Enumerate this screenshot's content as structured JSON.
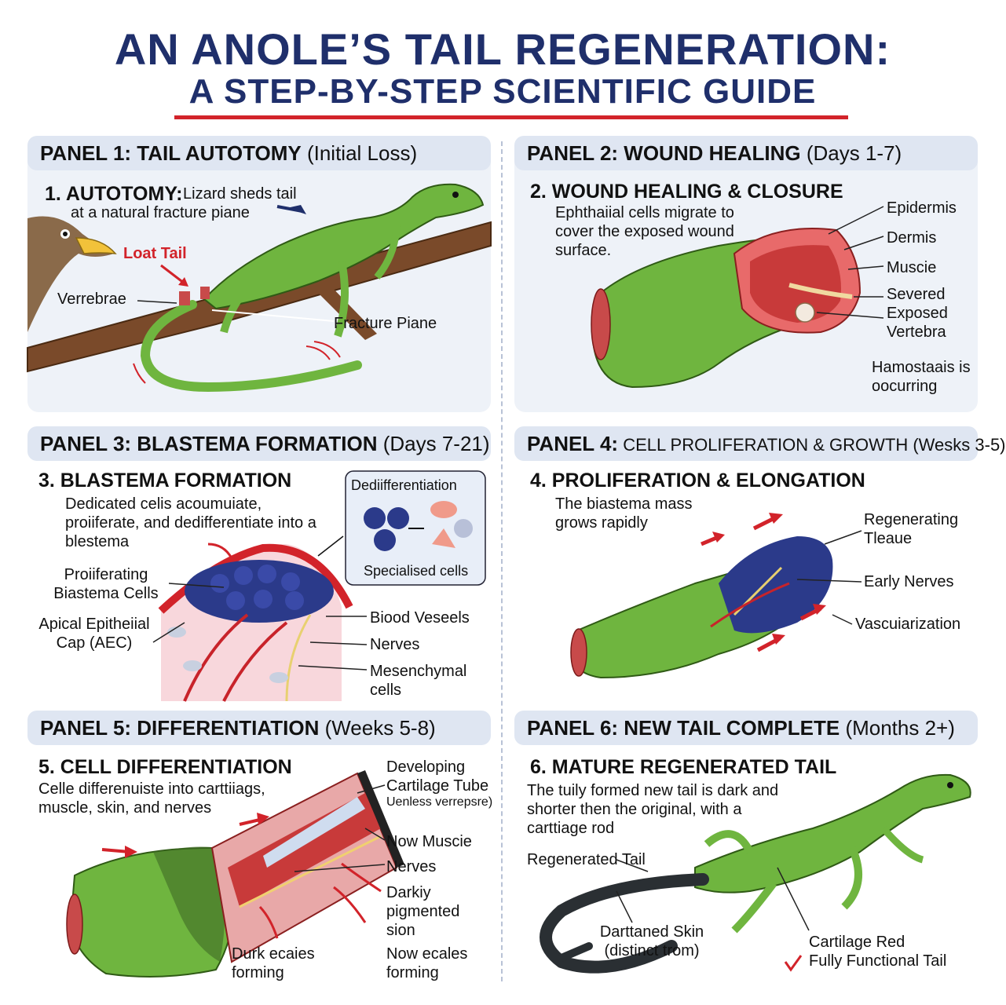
{
  "title": {
    "line1": "AN ANOLE’S TAIL REGENERATION:",
    "line2": "A STEP-BY-STEP SCIENTIFIC GUIDE"
  },
  "colors": {
    "navy": "#1f2f6b",
    "red": "#d2232a",
    "lizard": "#6fb53f",
    "panel_bg": "#eef2f8"
  },
  "panels": [
    {
      "header": "PANEL 1: TAIL AUTOTOMY",
      "header_sub": "(Initial Loss)",
      "step": "1. AUTOTOMY:",
      "desc": "Lizard sheds tail",
      "desc2": "at a natural fracture piane",
      "labels": {
        "lost_tail": "Loat Tail",
        "vertebrae": "Verrebrae",
        "fracture": "Fracture Piane"
      }
    },
    {
      "header": "PANEL 2: WOUND HEALING",
      "header_sub": "(Days 1-7)",
      "step": "2. WOUND HEALING & CLOSURE",
      "desc": "Ephthaiial cells migrate to cover the exposed wound surface.",
      "labels": {
        "epidermis": "Epidermis",
        "dermis": "Dermis",
        "muscle": "Muscie",
        "vertebra": "Severed Exposed Vertebra",
        "hemostasis": "Hamostaais is oocurring"
      }
    },
    {
      "header": "PANEL 3: BLASTEMA FORMATION",
      "header_sub": "(Days 7-21)",
      "step": "3. BLASTEMA FORMATION",
      "desc": "Dedicated celis acoumuiate, proiiferate, and dedifferentiate into a blestema",
      "labels": {
        "prolif": "Proiiferating Biastema Cells",
        "aec": "Apical Epitheiial Cap (AEC)",
        "blood": "Biood Veseels",
        "nerves": "Nerves",
        "mesen": "Mesenchymal cells",
        "dediff": "Dediifferentiation",
        "special": "Specialised cells"
      }
    },
    {
      "header": "PANEL 4:",
      "header_sub": "CELL PROLIFERATION & GROWTH (Wesks 3-5)",
      "step": "4. PROLIFERATION & ELONGATION",
      "desc": "The biastema mass grows rapidly",
      "labels": {
        "regen": "Regenerating Tleaue",
        "nerves": "Early Nerves",
        "vasc": "Vascuiarization"
      }
    },
    {
      "header": "PANEL 5: DIFFERENTIATION",
      "header_sub": "(Weeks 5-8)",
      "step": "5. CELL DIFFERENTIATION",
      "desc": "Celle differenuiste into carttiiags, muscle, skin, and nerves",
      "labels": {
        "cart": "Developing Cartilage Tube",
        "cart2": "Uenless verrepsre)",
        "muscle": "Now Muscie",
        "nerves": "Nerves",
        "pigment": "Darkiy pigmented sion",
        "dscales": "Durk ecaies forming",
        "nscales": "Now ecales forming"
      }
    },
    {
      "header": "PANEL 6: NEW TAIL COMPLETE",
      "header_sub": "(Months 2+)",
      "step": "6. MATURE REGENERATED TAIL",
      "desc": "The tuily formed new tail is dark and shorter then the original, with a carttiage rod",
      "labels": {
        "regen": "Regenerated Tail",
        "skin": "Darttaned Skin (distinct trom)",
        "rod": "Cartilage Red",
        "func": "Fully Functional Tail"
      }
    }
  ]
}
